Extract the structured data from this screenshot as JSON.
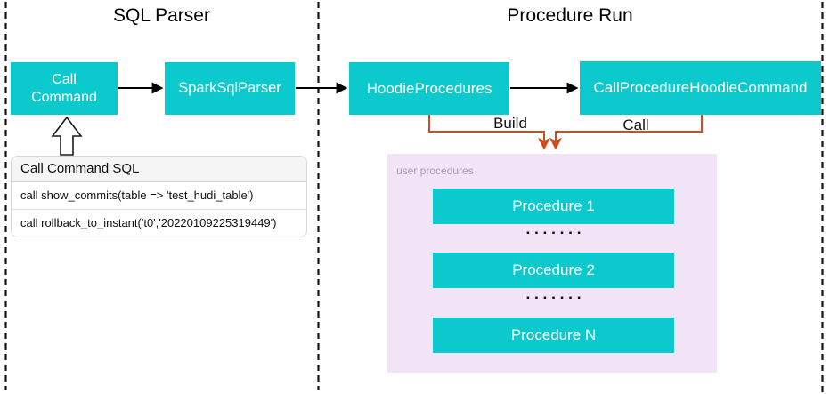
{
  "colors": {
    "teal": "#0bc9cc",
    "orange": "#d14b1b",
    "purple_panel": "#f2e4f6",
    "panel_header_bg": "#f5f5f5",
    "panel_border": "#d6d6d6",
    "line_black": "#141414"
  },
  "sections": {
    "sql_parser": {
      "title": "SQL Parser"
    },
    "procedure_run": {
      "title": "Procedure Run"
    }
  },
  "nodes": {
    "call_command": {
      "label": "Call Command"
    },
    "spark_sql_parser": {
      "label": "SparkSqlParser"
    },
    "hoodie_procedures": {
      "label": "HoodieProcedures"
    },
    "call_procedure_hoodie_command": {
      "label": "CallProcedureHoodieCommand"
    }
  },
  "edges": {
    "build": {
      "label": "Build"
    },
    "call": {
      "label": "Call"
    }
  },
  "sql_panel": {
    "header": "Call Command SQL",
    "rows": [
      "call show_commits(table => 'test_hudi_table')",
      "call rollback_to_instant('t0','20220109225319449')"
    ]
  },
  "user_procedures": {
    "label": "user procedures",
    "items": [
      "Procedure 1",
      "Procedure 2",
      "Procedure N"
    ],
    "ellipsis": "▪▪▪▪▪▪▪"
  }
}
